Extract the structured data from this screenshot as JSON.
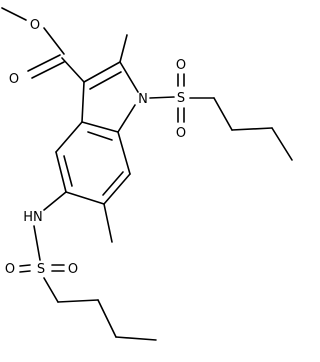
{
  "molecule": {
    "atoms": [
      {
        "id": "o_ester_single",
        "symbol": "O"
      },
      {
        "id": "o_ester_carbonyl",
        "symbol": "O"
      },
      {
        "id": "n_indole",
        "symbol": "N"
      },
      {
        "id": "s_top",
        "symbol": "S"
      },
      {
        "id": "o_s_top_1",
        "symbol": "O"
      },
      {
        "id": "o_s_top_2",
        "symbol": "O"
      },
      {
        "id": "n_sulfonamide",
        "symbol": "HN"
      },
      {
        "id": "s_bottom",
        "symbol": "S"
      },
      {
        "id": "o_s_bottom_1",
        "symbol": "O"
      },
      {
        "id": "o_s_bottom_2",
        "symbol": "O"
      }
    ]
  }
}
